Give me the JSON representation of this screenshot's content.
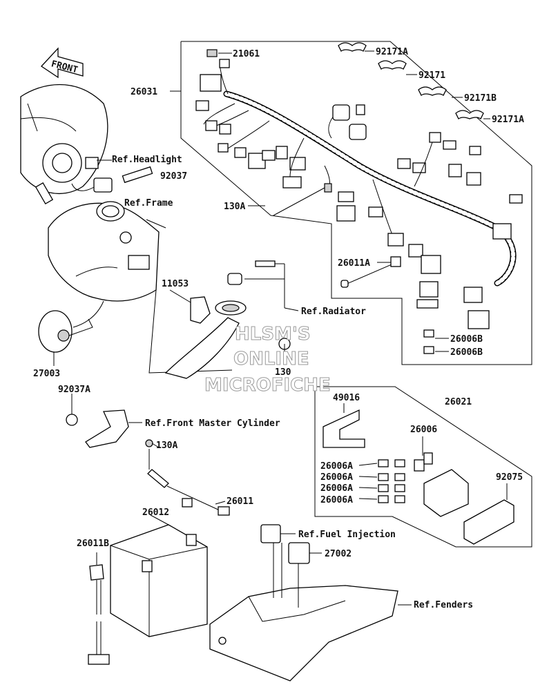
{
  "front_arrow": {
    "label": "FRONT"
  },
  "part_labels": {
    "p21061": "21061",
    "p92171A_top": "92171A",
    "p92171": "92171",
    "p92171B": "92171B",
    "p92171A_bottom": "92171A",
    "p26031": "26031",
    "p92037": "92037",
    "p130A_upper": "130A",
    "p26011A": "26011A",
    "p11053": "11053",
    "p26006B_1": "26006B",
    "p26006B_2": "26006B",
    "p27003": "27003",
    "p130": "130",
    "p92037A": "92037A",
    "p49016": "49016",
    "p26021": "26021",
    "p26006": "26006",
    "p26006A_1": "26006A",
    "p26006A_2": "26006A",
    "p26006A_3": "26006A",
    "p26006A_4": "26006A",
    "p92075": "92075",
    "p130A_lower": "130A",
    "p26011": "26011",
    "p26012": "26012",
    "p26011B": "26011B",
    "p27002": "27002"
  },
  "references": {
    "headlight": "Ref.Headlight",
    "frame": "Ref.Frame",
    "radiator": "Ref.Radiator",
    "front_master_cylinder": "Ref.Front Master Cylinder",
    "fuel_injection": "Ref.Fuel Injection",
    "fenders": "Ref.Fenders"
  },
  "watermark": {
    "line1": "HLSM'S",
    "line2": "ONLINE",
    "line3": "MICROFICHE"
  }
}
